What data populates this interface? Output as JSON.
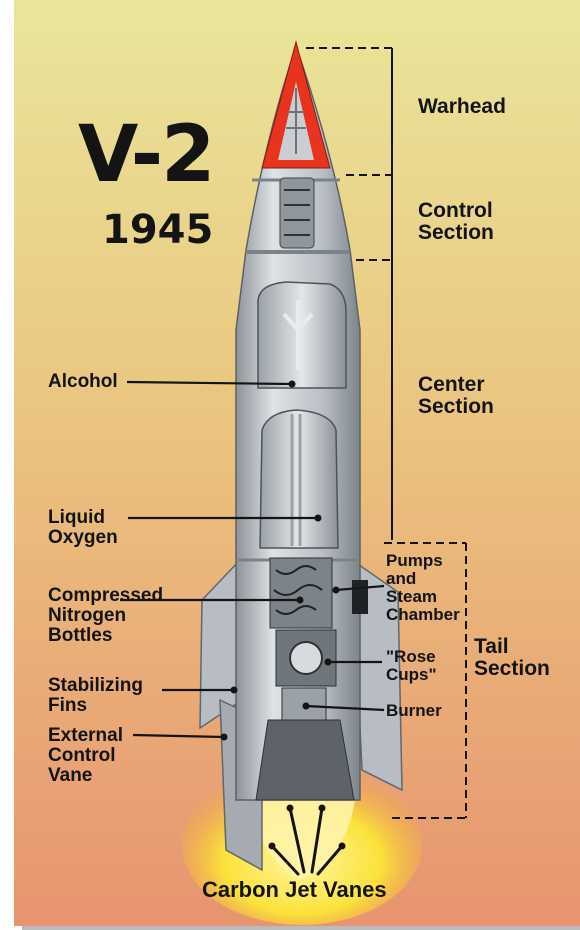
{
  "title": "V-2",
  "year": "1945",
  "sections": {
    "warhead": "Warhead",
    "control": "Control\nSection",
    "center": "Center\nSection",
    "tail": "Tail\nSection"
  },
  "labels": {
    "alcohol": "Alcohol",
    "liquid_oxygen": "Liquid\nOxygen",
    "nitrogen": "Compressed\nNitrogen\nBottles",
    "fins": "Stabilizing\nFins",
    "vane": "External\nControl\nVane",
    "pumps": "Pumps\nand\nSteam\nChamber",
    "rose_cups": "\"Rose\nCups\"",
    "burner": "Burner",
    "jet_vanes": "Carbon Jet Vanes"
  },
  "colors": {
    "background_top": "#e9e69a",
    "background_bottom": "#e89470",
    "nose_cone": "#e8341f",
    "rocket_body": "#c2c8cc",
    "flame": "#fbe23a",
    "ink": "#141414"
  },
  "icons": {
    "rocket": "v2-rocket-cutaway-illustration",
    "flame": "exhaust-flame-icon"
  }
}
